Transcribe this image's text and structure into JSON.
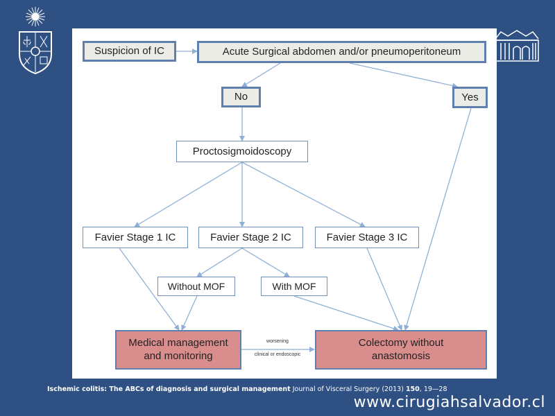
{
  "diagram": {
    "nodes": {
      "suspicion": "Suspicion of IC",
      "acute": "Acute Surgical abdomen and/or pneumoperitoneum",
      "no": "No",
      "yes": "Yes",
      "procto": "Proctosigmoidoscopy",
      "stage1": "Favier Stage 1 IC",
      "stage2": "Favier Stage 2 IC",
      "stage3": "Favier Stage 3 IC",
      "without_mof": "Without MOF",
      "with_mof": "With MOF",
      "medical_line1": "Medical management",
      "medical_line2": "and monitoring",
      "colectomy_line1": "Colectomy without",
      "colectomy_line2": "anastomosis"
    },
    "edge_label_line1": "worsening",
    "edge_label_line2": "clinical or endoscopic"
  },
  "citation": {
    "title": "Ischemic colitis: The ABCs of diagnosis and surgical management",
    "journal": " Journal of Visceral Surgery (2013) ",
    "volume": "150",
    "pages": ", 19—28"
  },
  "website": "www.cirugiahsalvador.cl",
  "colors": {
    "background": "#2f5082",
    "box_border": "#5f7fae",
    "arrow": "#8fb0d6",
    "highlight_fill": "#d98d8d",
    "gray_fill": "#ecece6"
  }
}
